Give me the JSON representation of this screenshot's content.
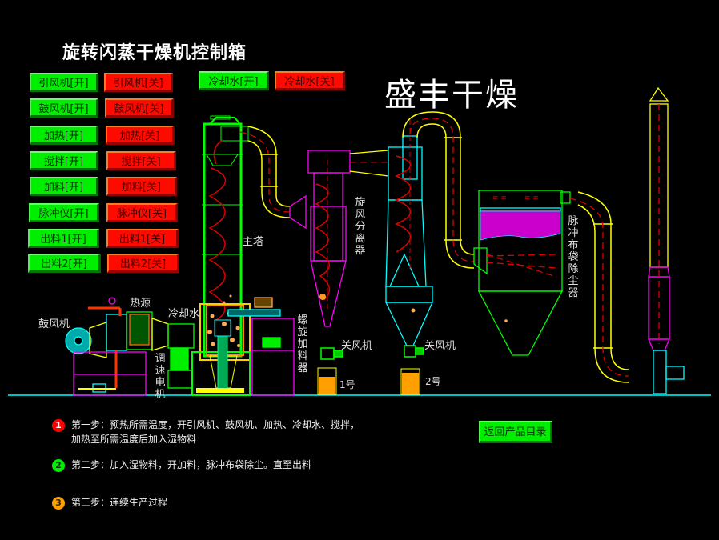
{
  "header": {
    "title": "旋转闪蒸干燥机控制箱",
    "brand": "盛丰干燥"
  },
  "controls": [
    {
      "on": "引风机[开]",
      "off": "引风机[关]"
    },
    {
      "on": "鼓风机[开]",
      "off": "鼓风机[关]"
    },
    {
      "on": "加热[开]",
      "off": "加热[关]"
    },
    {
      "on": "搅拌[开]",
      "off": "搅拌[关]"
    },
    {
      "on": "加料[开]",
      "off": "加料[关]"
    },
    {
      "on": "脉冲仪[开]",
      "off": "脉冲仪[关]"
    },
    {
      "on": "出料1[开]",
      "off": "出料1[关]"
    },
    {
      "on": "出料2[开]",
      "off": "出料2[关]"
    }
  ],
  "cooling": {
    "on": "冷却水[开]",
    "off": "冷却水[关]"
  },
  "diagram_labels": {
    "main_tower": "主塔",
    "cyclone": "旋风分离器",
    "heat_source": "热源",
    "blower": "鼓风机",
    "cooling_water": "冷却水",
    "speed_motor": "调速电机",
    "screw_feeder": "螺旋加料器",
    "airlock_1": "关风机",
    "airlock_2": "关风机",
    "bin_1": "1号",
    "bin_2": "2号",
    "bag_filter": "脉冲布袋除尘器"
  },
  "steps": [
    {
      "num": "1",
      "color": "#ff0000",
      "text": "第一步：预热所需温度，开引风机、鼓风机、加热、冷却水、搅拌，",
      "text2": "加热至所需温度后加入湿物料"
    },
    {
      "num": "2",
      "color": "#00ee00",
      "text": "第二步：加入湿物料，开加料，脉冲布袋除尘。直至出料"
    },
    {
      "num": "3",
      "color": "#ffa000",
      "text": "第三步：连续生产过程"
    }
  ],
  "footer": {
    "return_label": "返回产品目录"
  },
  "colors": {
    "on": "#00ee00",
    "off": "#ff0a00",
    "background": "#000000"
  }
}
